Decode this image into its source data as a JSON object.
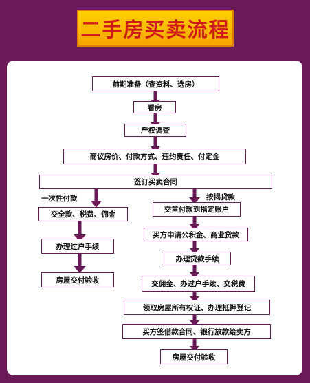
{
  "title": "二手房买卖流程",
  "colors": {
    "background": "#6a1a57",
    "banner": "#f7b500",
    "title_text": "#cf1a1a",
    "arrow": "#6a1a57",
    "box_border": "#6a1a57"
  },
  "steps": {
    "prep": "前期准备（查资料、选房）",
    "view": "看房",
    "survey": "产权调查",
    "negotiate": "商议房价、付款方式、违约责任、付定金",
    "sign": "签订买卖合同"
  },
  "branches": {
    "lump_label": "一次性付款",
    "mortgage_label": "按揭贷款",
    "lump": [
      "交全款、税费、佣金",
      "办理过户手续",
      "房屋交付验收"
    ],
    "mortgage": [
      "交首付款到指定账户",
      "买方申请公积金、商业贷款",
      "办理贷款手续",
      "交佣金、办过户手续、交税费",
      "领取房屋所有权证、办理抵押登记",
      "买方签借款合同、银行放款给卖方",
      "房屋交付验收"
    ]
  }
}
